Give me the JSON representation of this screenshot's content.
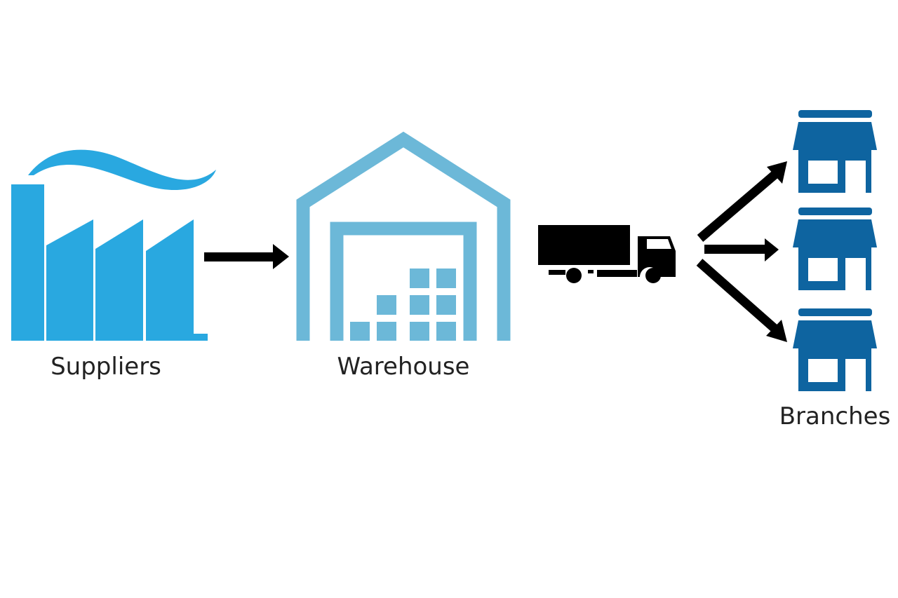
{
  "diagram": {
    "title": "Supply chain flow",
    "colors": {
      "factory": "#29a8e0",
      "warehouse": "#6cb8d8",
      "branch": "#0e64a0",
      "arrow": "#000000",
      "truck": "#000000",
      "label": "#222222"
    },
    "nodes": [
      {
        "id": "suppliers",
        "label": "Suppliers",
        "icon": "factory-icon"
      },
      {
        "id": "warehouse",
        "label": "Warehouse",
        "icon": "warehouse-icon"
      },
      {
        "id": "transport",
        "label": "",
        "icon": "truck-icon"
      },
      {
        "id": "branches",
        "label": "Branches",
        "icon": "store-icon",
        "count": 3
      }
    ],
    "edges": [
      {
        "from": "suppliers",
        "to": "warehouse"
      },
      {
        "from": "transport",
        "to": "branch-1"
      },
      {
        "from": "transport",
        "to": "branch-2"
      },
      {
        "from": "transport",
        "to": "branch-3"
      }
    ]
  }
}
